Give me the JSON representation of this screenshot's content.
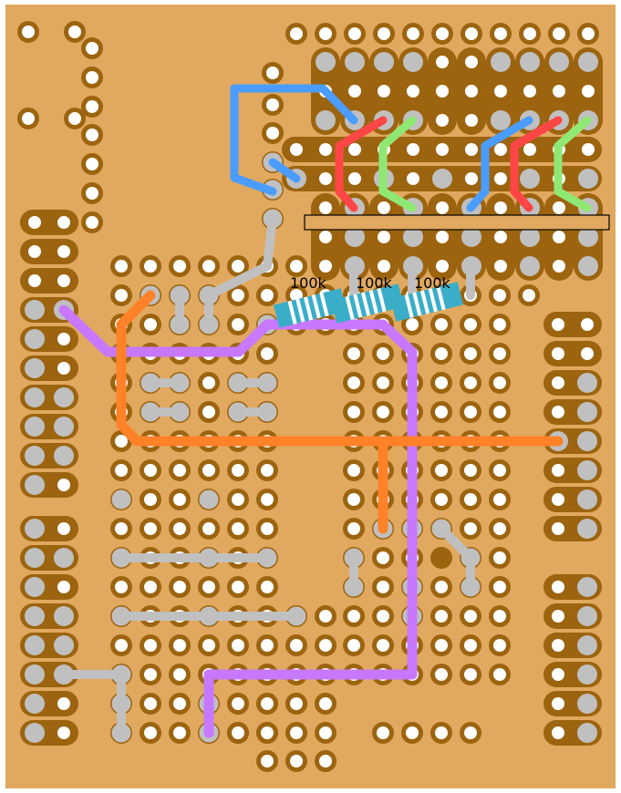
{
  "colors": {
    "board": "#e0a95f",
    "copper": "#9c640f",
    "hole": "#ffffff",
    "solder": "#c0c0c0",
    "resistor_body": "#3aaec8",
    "resistor_band": "#ffffff",
    "wire_blue": "#4a9dff",
    "wire_red": "#ff4646",
    "wire_green": "#8fe874",
    "wire_purple": "#c878ff",
    "wire_orange": "#ff8228",
    "wire_gray": "#c0c0c0",
    "header_outline": "#000000"
  },
  "resistors": [
    {
      "label": "100k",
      "value": "100k"
    },
    {
      "label": "100k",
      "value": "100k"
    },
    {
      "label": "100k",
      "value": "100k"
    }
  ],
  "header": {
    "name": "pin-header-outline"
  }
}
